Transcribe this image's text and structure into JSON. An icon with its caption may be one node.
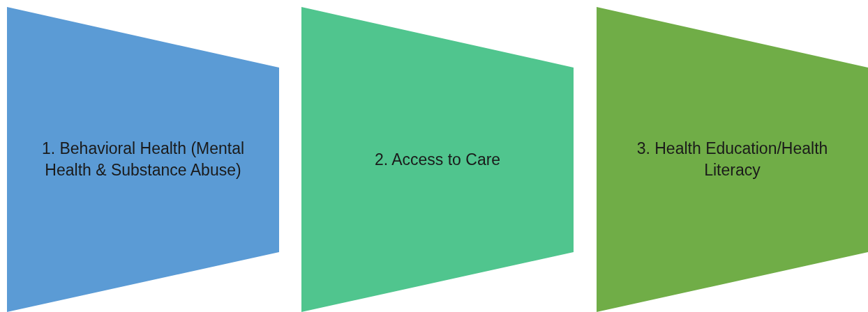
{
  "diagram": {
    "nodes": [
      {
        "text": [
          "1. Behavioral Health (Mental Health & Substance Abuse)"
        ]
      },
      {
        "text": [
          "2. Access to Care"
        ]
      },
      {
        "text": [
          "3. Health Education/Health Literacy"
        ]
      }
    ]
  }
}
